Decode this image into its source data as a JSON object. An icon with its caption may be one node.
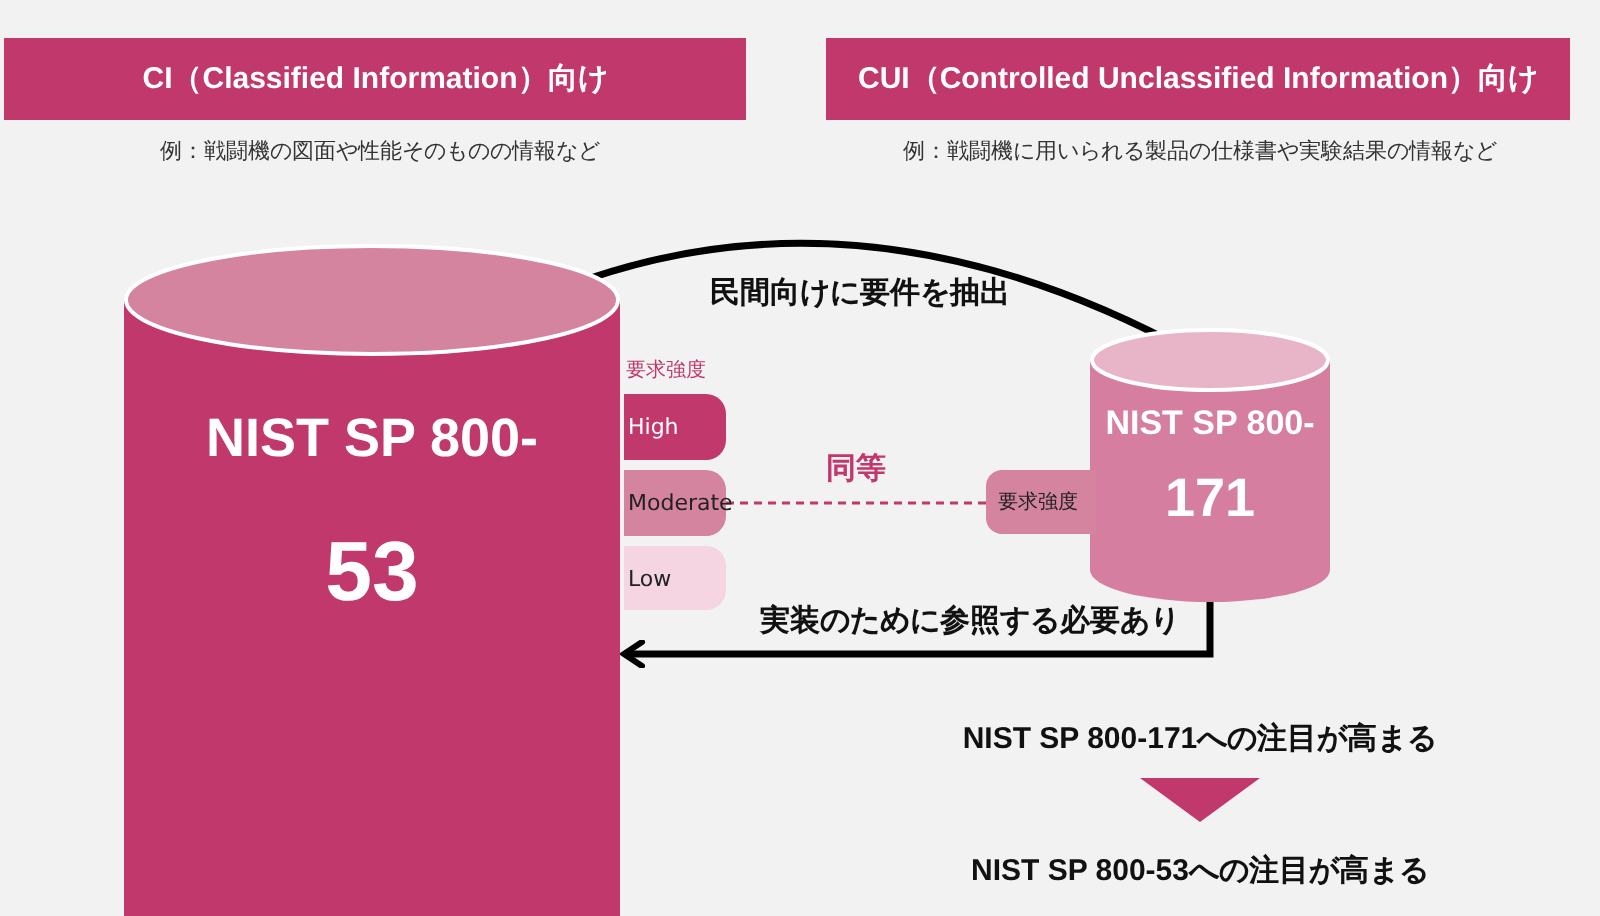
{
  "diagram": {
    "nodes": [
      {
        "text": [
          "CI（Classified Information）向け"
        ],
        "beside": [
          "例：戦闘機の図面や性能そのものの情報など"
        ]
      },
      {
        "text": [
          "CUI（Controlled Unclassified Information）向け"
        ],
        "beside": [
          "例：戦闘機に用いられる製品の仕様書や実験結果の情報など"
        ]
      },
      {
        "text": [
          "NIST SP 800-",
          "53"
        ]
      },
      {
        "text": [
          "High"
        ]
      },
      {
        "text": [
          "Moderate"
        ]
      },
      {
        "text": [
          "Low"
        ]
      },
      {
        "text": [
          "NIST SP 800-",
          "171"
        ]
      },
      {
        "text": [
          "要求強度"
        ]
      },
      {
        "text": [
          "NIST SP 800-171への注目が高まる"
        ]
      },
      {
        "text": [
          "NIST SP 800-53への注目が高まる"
        ]
      }
    ],
    "edges": [
      {
        "from": 2,
        "to": 6,
        "arrow": "to",
        "label": "民間向けに要件を抽出"
      },
      {
        "from": 6,
        "to": 2,
        "arrow": "to",
        "label": "実装のために参照する必要あり"
      },
      {
        "from": 4,
        "to": 7,
        "arrow": "none",
        "label": "同等",
        "style": "dashed",
        "color": "#c0386c"
      },
      {
        "from": 8,
        "to": 9,
        "arrow": "to"
      }
    ],
    "labels": [
      "要求強度"
    ]
  }
}
